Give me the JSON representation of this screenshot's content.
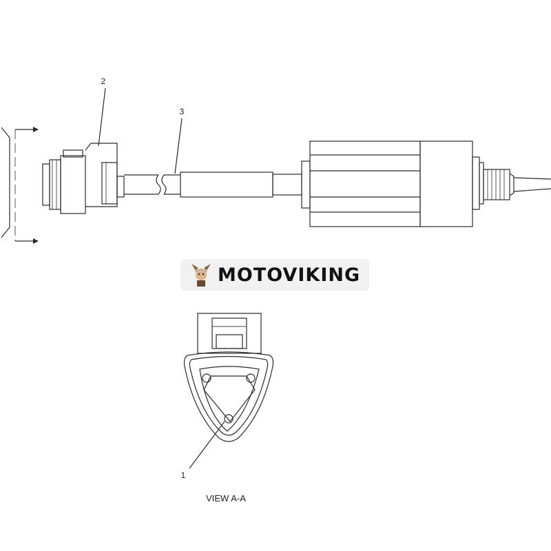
{
  "callouts": {
    "one": "1",
    "two": "2",
    "three": "3"
  },
  "view_caption": "VIEW A-A",
  "watermark": {
    "brand": "MOTOVIKING",
    "logo_icon": "viking-mascot-icon"
  },
  "colors": {
    "line": "#2a2a2a",
    "watermark_bg": "#f1f1f1"
  }
}
